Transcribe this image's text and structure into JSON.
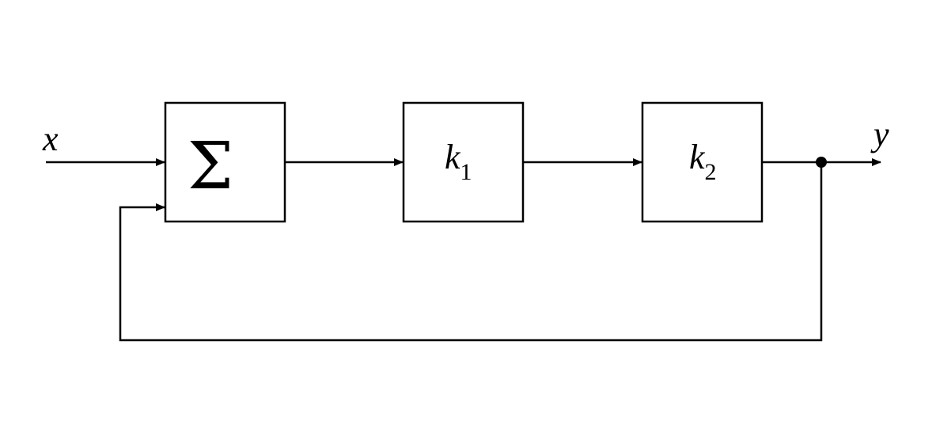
{
  "diagram": {
    "input_label": "x",
    "output_label": "y",
    "summing_block": {
      "symbol": "Σ"
    },
    "gain_block_1": {
      "symbol": "k",
      "subscript": "1"
    },
    "gain_block_2": {
      "symbol": "k",
      "subscript": "2"
    }
  },
  "colors": {
    "stroke": "#000000",
    "background": "#ffffff"
  }
}
